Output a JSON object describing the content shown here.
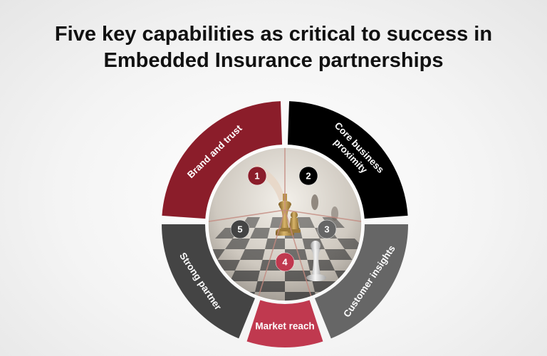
{
  "title": {
    "line1": "Five key capabilities as critical to success in",
    "line2": "Embedded Insurance partnerships"
  },
  "segments": [
    {
      "number": "1",
      "label": "Brand and trust",
      "color": "#8b1d2a"
    },
    {
      "number": "2",
      "label": "Core business proximity",
      "label_lines": [
        "Core business",
        "proximity"
      ],
      "color": "#000000"
    },
    {
      "number": "3",
      "label": "Customer insights",
      "color": "#666666"
    },
    {
      "number": "4",
      "label": "Market reach",
      "color": "#c0394f"
    },
    {
      "number": "5",
      "label": "Strong partner",
      "color": "#444444"
    }
  ],
  "center_image": "chess-pieces-photo"
}
